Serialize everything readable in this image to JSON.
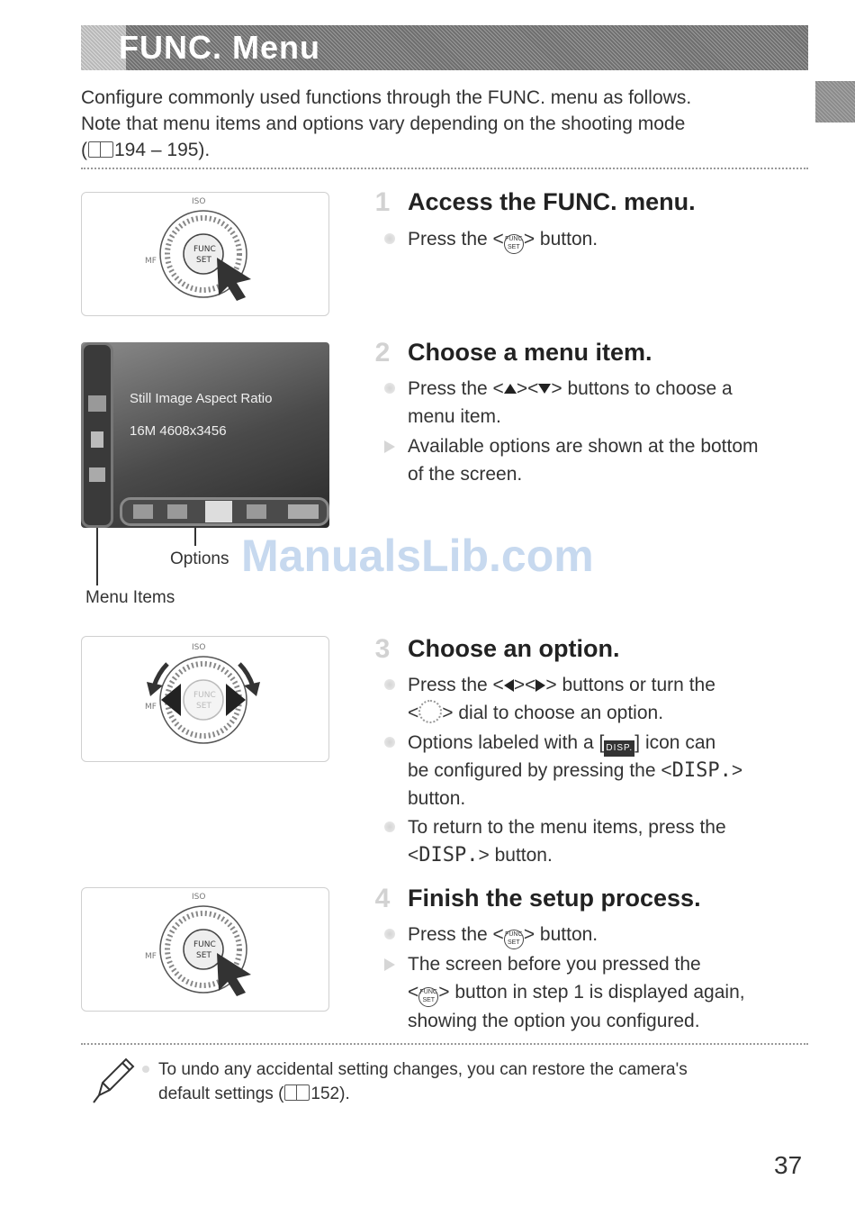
{
  "page": {
    "title": "FUNC. Menu",
    "intro_line1": "Configure commonly used functions through the FUNC. menu as follows.",
    "intro_line2": "Note that menu items and options vary depending on the shooting mode",
    "intro_ref": "194 – 195).",
    "page_number": "37"
  },
  "steps": [
    {
      "num": "1",
      "title": "Access the FUNC. menu.",
      "b1_pre": "Press the <",
      "b1_post": "> button."
    },
    {
      "num": "2",
      "title": "Choose a menu item.",
      "b1_pre": "Press the <",
      "b1_mid": "><",
      "b1_post": "> buttons to choose a",
      "b1_line2": "menu item.",
      "b2_line1": "Available options are shown at the bottom",
      "b2_line2": "of the screen."
    },
    {
      "num": "3",
      "title": "Choose an option.",
      "b1_pre": "Press the <",
      "b1_mid": "><",
      "b1_post": "> buttons or turn the",
      "b1_line2_pre": "<",
      "b1_line2_post": "> dial to choose an option.",
      "b2_line1_pre": "Options labeled with a [",
      "b2_line1_post": "] icon can",
      "b2_line2_pre": "be configured by pressing the <",
      "b2_line2_post": ">",
      "b2_line3": "button.",
      "b3_line1": "To return to the menu items, press the",
      "b3_line2_pre": "<",
      "b3_line2_post": "> button."
    },
    {
      "num": "4",
      "title": "Finish the setup process.",
      "b1_pre": "Press the <",
      "b1_post": "> button.",
      "b2_line1": "The screen before you pressed the",
      "b2_line2_pre": "<",
      "b2_line2_post": "> button in step 1 is displayed again,",
      "b2_line3": "showing the option you configured."
    }
  ],
  "labels": {
    "disp": "DISP.",
    "func_set_icon_top": "FUNC",
    "func_set_icon_bottom": "SET",
    "disp_icon": "DISP."
  },
  "screen": {
    "item_label": "Still Image Aspect Ratio",
    "item_value": "16M 4608x3456",
    "options_caption": "Options",
    "menu_items_caption": "Menu Items"
  },
  "dial": {
    "iso": "ISO",
    "mf": "MF",
    "func": "FUNC",
    "set": "SET"
  },
  "watermark": "ManualsLib.com",
  "note": {
    "line1": "To undo any accidental setting changes, you can restore the camera's",
    "line2_pre": "default settings (",
    "line2_post": "152)."
  }
}
